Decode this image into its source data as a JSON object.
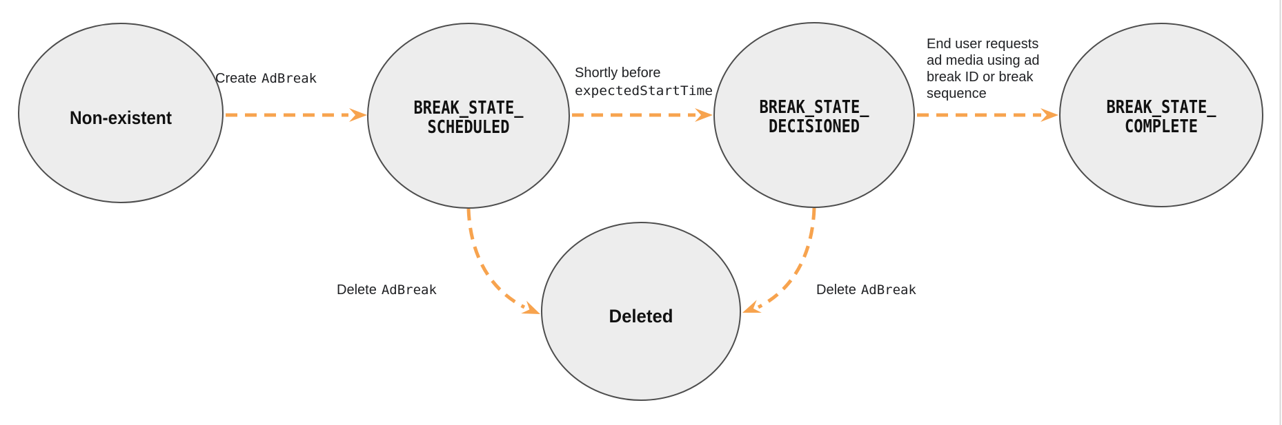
{
  "colors": {
    "background": "#ffffff",
    "node_fill": "#ededed",
    "node_stroke": "#4d4d4d",
    "arrow": "#f7a34e",
    "state_text": "#111111",
    "label_text": "#202124",
    "page_edge_line": "#d8d8d8"
  },
  "states": [
    {
      "id": "non_existent",
      "label": "Non-existent"
    },
    {
      "id": "break_state_scheduled",
      "label_line1": "BREAK_STATE_",
      "label_line2": "SCHEDULED"
    },
    {
      "id": "break_state_decisioned",
      "label_line1": "BREAK_STATE_",
      "label_line2": "DECISIONED"
    },
    {
      "id": "break_state_complete",
      "label_line1": "BREAK_STATE_",
      "label_line2": "COMPLETE"
    },
    {
      "id": "deleted",
      "label": "Deleted"
    }
  ],
  "transitions": [
    {
      "from": "non_existent",
      "to": "break_state_scheduled",
      "label_text": "Create",
      "label_code": "AdBreak"
    },
    {
      "from": "break_state_scheduled",
      "to": "break_state_decisioned",
      "label_line1": "Shortly before",
      "label_line2_code": "expectedStartTime"
    },
    {
      "from": "break_state_decisioned",
      "to": "break_state_complete",
      "label_lines": [
        "End user requests",
        "ad media using ad",
        "break ID or break",
        "sequence"
      ]
    },
    {
      "from": "break_state_scheduled",
      "to": "deleted",
      "label_text": "Delete",
      "label_code": "AdBreak"
    },
    {
      "from": "break_state_decisioned",
      "to": "deleted",
      "label_text": "Delete",
      "label_code": "AdBreak"
    }
  ]
}
